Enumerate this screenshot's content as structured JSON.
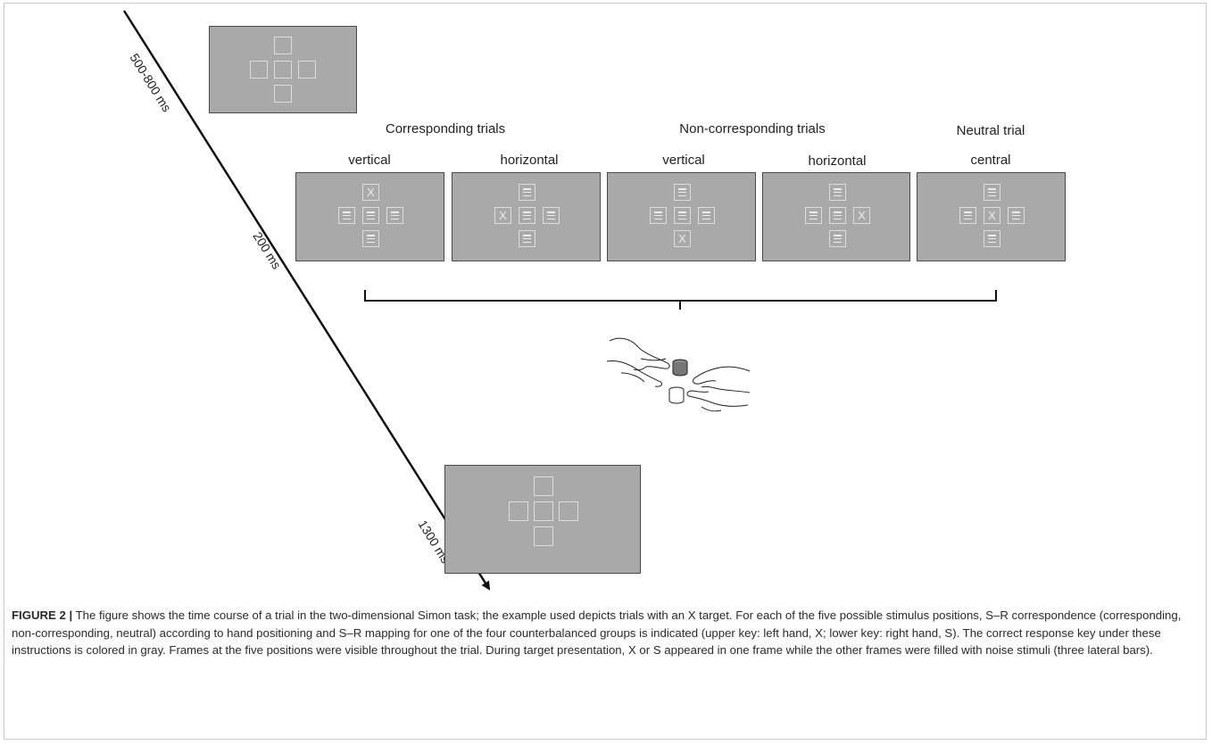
{
  "figure": {
    "timeline_labels": [
      "500-800 ms",
      "200 ms",
      "1300 ms"
    ],
    "group_titles": {
      "corresponding": "Corresponding trials",
      "non_corresponding": "Non-corresponding trials",
      "neutral": "Neutral trial"
    },
    "panels": [
      {
        "label": "vertical",
        "target": "top"
      },
      {
        "label": "horizontal",
        "target": "left"
      },
      {
        "label": "vertical",
        "target": "bottom"
      },
      {
        "label": "horizontal",
        "target": "right"
      },
      {
        "label": "central",
        "target": "center"
      }
    ],
    "target_symbol": "X",
    "colors": {
      "screen": "#a9a9a9",
      "frame": "#dcdcdc",
      "key_gray": "#777777"
    }
  },
  "caption": {
    "title": "FIGURE 2 |",
    "text": " The figure shows the time course of a trial in the two-dimensional Simon task; the example used depicts trials with an X target. For each of the five possible stimulus positions, S–R correspondence (corresponding, non-corresponding, neutral) according to hand positioning and S–R mapping for one of the four counterbalanced groups is indicated (upper key: left hand, X; lower key: right hand, S). The correct response key under these instructions is colored in gray. Frames at the five positions were visible throughout the trial. During target presentation, X or S appeared in one frame while the other frames were filled with noise stimuli (three lateral bars)."
  }
}
